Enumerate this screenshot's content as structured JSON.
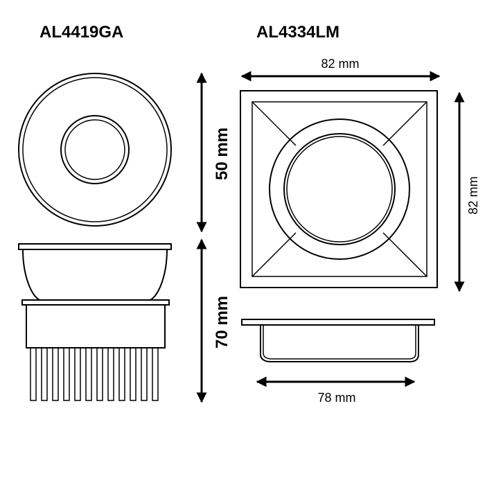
{
  "models": {
    "left": "AL4419GA",
    "right": "AL4334LM"
  },
  "dimensions": {
    "top_width": "82 mm",
    "side_height": "82 mm",
    "bottom_width": "78 mm",
    "upper_height": "50 mm",
    "lower_height": "70 mm"
  },
  "colors": {
    "line": "#000000",
    "background": "#ffffff"
  }
}
